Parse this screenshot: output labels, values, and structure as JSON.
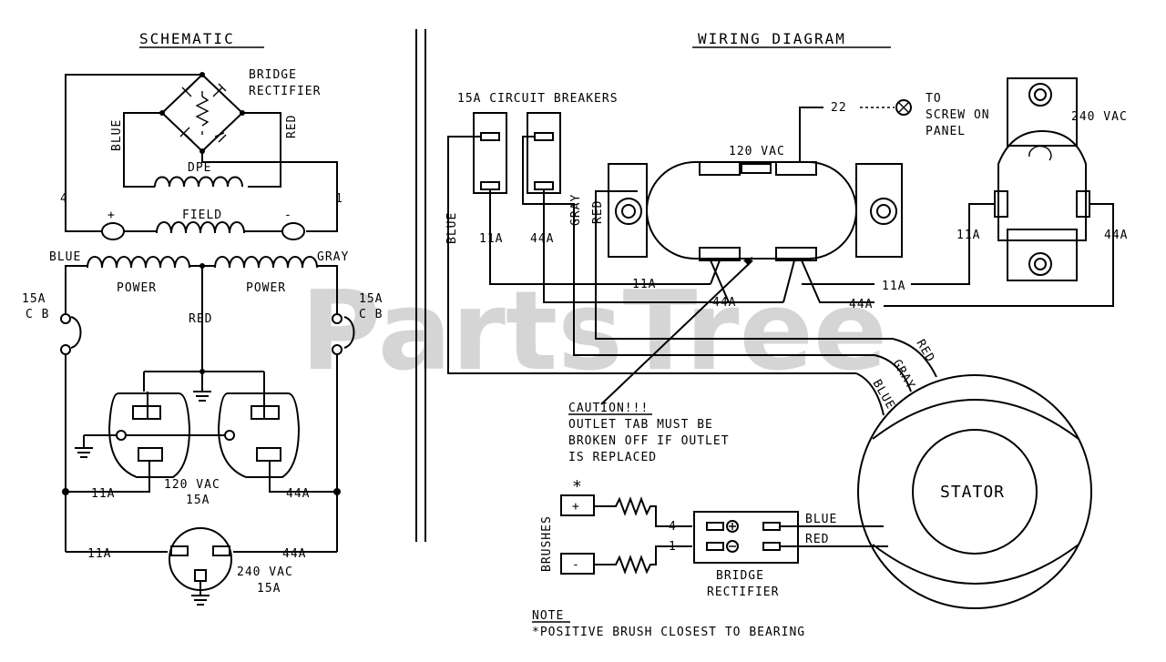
{
  "watermark": "PartsTree",
  "schematic": {
    "title": "SCHEMATIC",
    "bridge_rectifier": "BRIDGE",
    "bridge_rectifier_2": "RECTIFIER",
    "blue": "BLUE",
    "red_vertical": "RED",
    "dpe": "DPE",
    "num4": "4",
    "num1": "1",
    "plus": "+",
    "minus": "-",
    "field": "FIELD",
    "blue_left": "BLUE",
    "gray_right": "GRAY",
    "power_left": "POWER",
    "power_right": "POWER",
    "cb_left_1": "15A",
    "cb_left_2": "C B",
    "cb_right_1": "15A",
    "cb_right_2": "C B",
    "red_center": "RED",
    "a11_1": "11A",
    "a44_1": "44A",
    "vac120": "120 VAC",
    "amp15": "15A",
    "a11_2": "11A",
    "a44_2": "44A",
    "vac240": "240 VAC",
    "amp15b": "15A"
  },
  "wiring": {
    "title": "WIRING DIAGRAM",
    "breakers": "15A CIRCUIT BREAKERS",
    "n22": "22",
    "to": "TO",
    "screw_on": "SCREW ON",
    "panel": "PANEL",
    "vac120": "120 VAC",
    "vac240": "240 VAC",
    "blue": "BLUE",
    "gray": "GRAY",
    "red": "RED",
    "a11_l": "11A",
    "a44_l": "44A",
    "a11_mid": "11A",
    "a44_mid": "44A",
    "a11_right": "11A",
    "a44_right": "44A",
    "a11_o": "11A",
    "a44_o": "44A",
    "red_st": "RED",
    "gray_st": "GRAY",
    "blue_st": "BLUE",
    "caution": "CAUTION!!!",
    "caution_2": "OUTLET TAB MUST BE",
    "caution_3": "BROKEN OFF IF OUTLET",
    "caution_4": "IS REPLACED",
    "stator": "STATOR",
    "asterisk": "*",
    "brushes": "BRUSHES",
    "plus": "+",
    "minus": "-",
    "n4": "4",
    "n1": "1",
    "blue_r": "BLUE",
    "red_r": "RED",
    "bridge": "BRIDGE",
    "rectifier": "RECTIFIER",
    "note": "NOTE",
    "note_text": "*POSITIVE BRUSH CLOSEST TO BEARING"
  }
}
